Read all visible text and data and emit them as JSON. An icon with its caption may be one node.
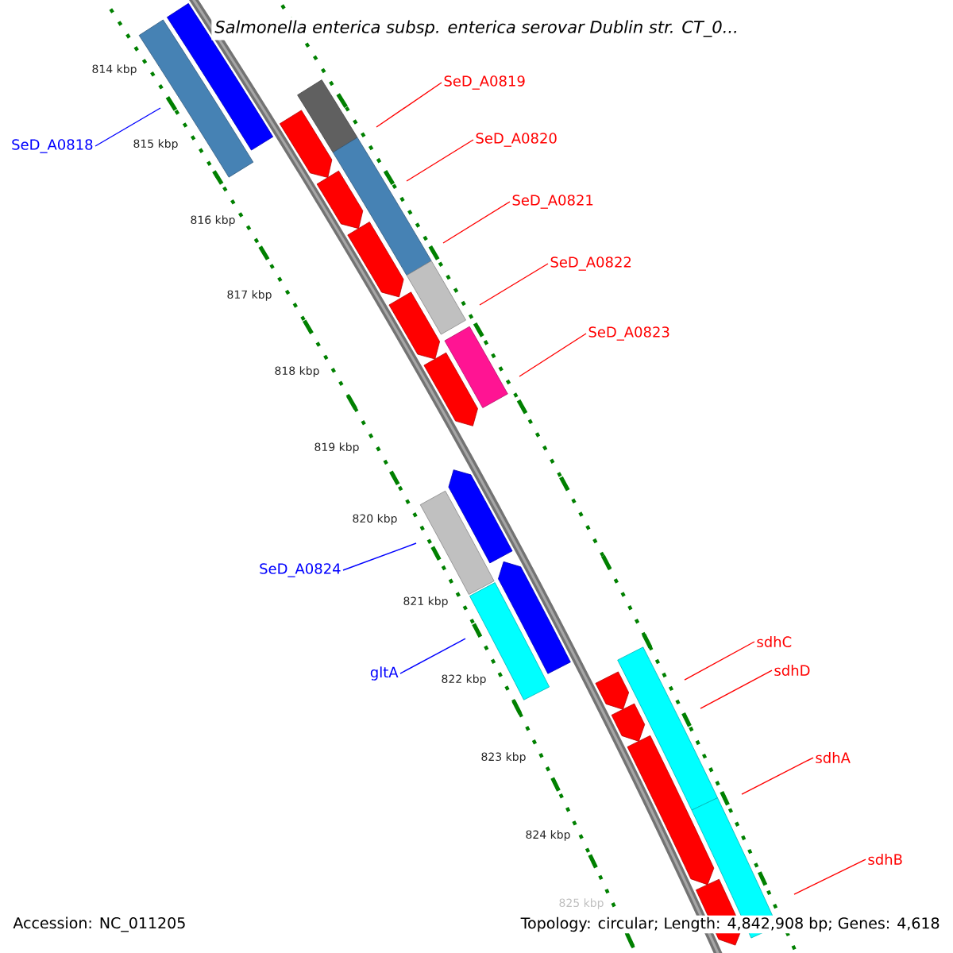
{
  "diagram": {
    "title": "*Salmonella enterica* subsp. *enterica* serovar Dublin str. CT_0...",
    "nodes": [
      {
        "text": [
          "SeD_A0819"
        ]
      },
      {
        "text": [
          "SeD_A0820"
        ]
      },
      {
        "text": [
          "SeD_A0818"
        ]
      },
      {
        "text": [
          "SeD_A0821"
        ]
      },
      {
        "text": [
          "SeD_A0822"
        ]
      },
      {
        "text": [
          "SeD_A0823"
        ]
      },
      {
        "text": [
          "SeD_A0824"
        ]
      },
      {
        "text": [
          "sdhC"
        ]
      },
      {
        "text": [
          "sdhD"
        ]
      },
      {
        "text": [
          "gltA"
        ]
      },
      {
        "text": [
          "sdhA"
        ]
      },
      {
        "text": [
          "sdhB"
        ]
      }
    ],
    "edges": [
      {
        "from": 0,
        "to": null,
        "arrow": "none"
      },
      {
        "from": 1,
        "to": null,
        "arrow": "none"
      },
      {
        "from": 2,
        "to": null,
        "arrow": "none",
        "color": "#0000ff"
      },
      {
        "from": 3,
        "to": null,
        "arrow": "none"
      },
      {
        "from": 4,
        "to": null,
        "arrow": "none"
      },
      {
        "from": 5,
        "to": null,
        "arrow": "none"
      },
      {
        "from": 6,
        "to": null,
        "arrow": "none",
        "color": "#0000ff"
      },
      {
        "from": 7,
        "to": null,
        "arrow": "none"
      },
      {
        "from": 8,
        "to": null,
        "arrow": "none"
      },
      {
        "from": 9,
        "to": null,
        "arrow": "none",
        "color": "#0000ff"
      },
      {
        "from": 10,
        "to": null,
        "arrow": "none"
      },
      {
        "from": 11,
        "to": null,
        "arrow": "none"
      }
    ],
    "labels": [
      "814 kbp",
      "815 kbp",
      "816 kbp",
      "817 kbp",
      "818 kbp",
      "819 kbp",
      "820 kbp",
      "821 kbp",
      "822 kbp",
      "823 kbp",
      "824 kbp",
      "825 kbp",
      "Accession: NC_011205",
      "Topology: circular; Length: 4,842,908 bp; Genes: 4,618"
    ]
  }
}
